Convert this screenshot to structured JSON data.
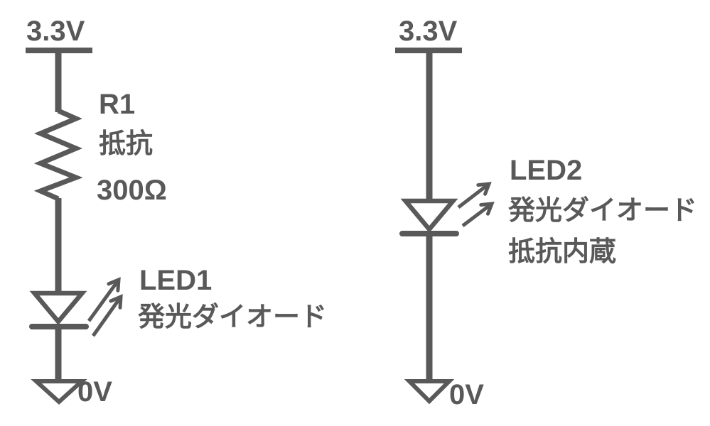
{
  "colors": {
    "line": "#595959",
    "text": "#595959",
    "background": "#ffffff"
  },
  "left_circuit": {
    "supply_label": "3.3V",
    "resistor": {
      "ref": "R1",
      "name": "抵抗",
      "value": "300Ω"
    },
    "led": {
      "ref": "LED1",
      "name": "発光ダイオード"
    },
    "ground_label": "0V"
  },
  "right_circuit": {
    "supply_label": "3.3V",
    "led": {
      "ref": "LED2",
      "name": "発光ダイオード",
      "note": "抵抗内蔵"
    },
    "ground_label": "0V"
  }
}
